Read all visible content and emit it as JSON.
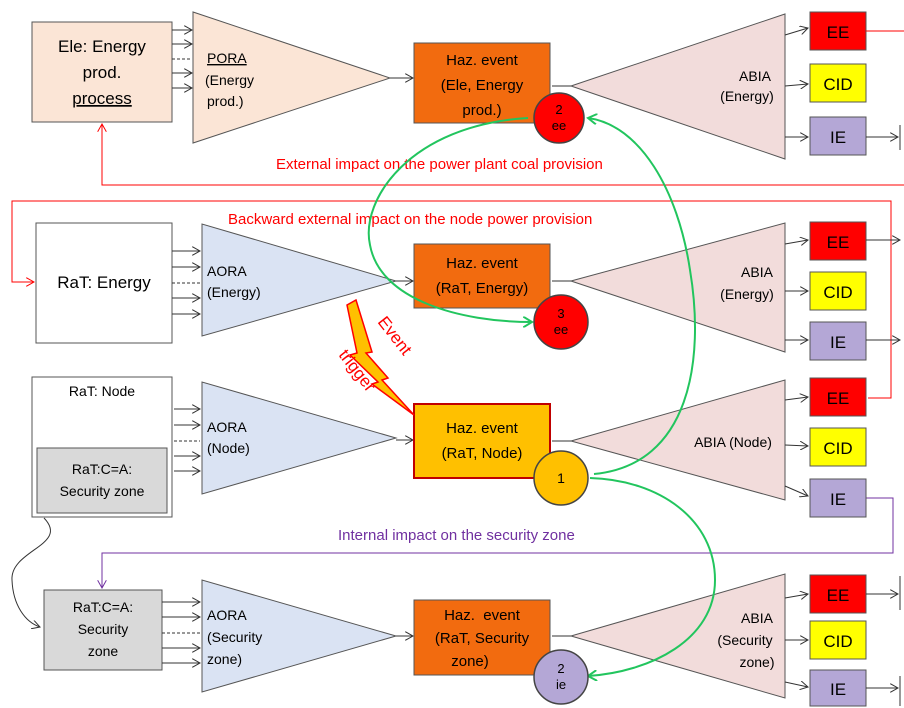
{
  "colors": {
    "red": "#ff0000",
    "yellow": "#ffff00",
    "lilac": "#b4a7d6",
    "orange": "#f26b0f",
    "gold": "#ffc000",
    "peach": "#fbe5d6",
    "blue_tri": "#dae3f3",
    "pink_tri": "#f2dcdb",
    "green": "#22c55e",
    "purple": "#7030a0",
    "grey": "#d9d9d9"
  },
  "left_blocks": {
    "ele_energy": {
      "line1": "Ele: Energy",
      "line2": "prod.",
      "line3": "process"
    },
    "rat_energy": {
      "label": "RaT: Energy"
    },
    "rat_node": {
      "label": "RaT: Node",
      "inner_line1": "RaT:C=A:",
      "inner_line2": "Security zone"
    },
    "rat_security": {
      "line1": "RaT:C=A:",
      "line2": "Security",
      "line3": "zone"
    }
  },
  "aora": {
    "pora_energy": {
      "line1": "PORA",
      "line2": "(Energy",
      "line3": "prod.)"
    },
    "aora_energy": {
      "line1": "AORA",
      "line2": "(Energy)"
    },
    "aora_node": {
      "line1": "AORA",
      "line2": "(Node)"
    },
    "aora_security": {
      "line1": "AORA",
      "line2": "(Security",
      "line3": "zone)"
    }
  },
  "events": {
    "ele": {
      "line1": "Haz. event",
      "line2": "(Ele, Energy",
      "line3": "prod.)"
    },
    "rat_energy": {
      "line1": "Haz. event",
      "line2": "(RaT, Energy)"
    },
    "rat_node": {
      "line1": "Haz. event",
      "line2": "(RaT, Node)"
    },
    "rat_security": {
      "line1": "Haz.  event",
      "line2": "(RaT, Security",
      "line3": "zone)"
    }
  },
  "circles": {
    "c2ee": {
      "num": "2",
      "sub": "ee"
    },
    "c3ee": {
      "num": "3",
      "sub": "ee"
    },
    "c1": {
      "num": "1"
    },
    "c2ie": {
      "num": "2",
      "sub": "ie"
    }
  },
  "abia": {
    "energy1": {
      "line1": "ABIA",
      "line2": "(Energy)"
    },
    "energy2": {
      "line1": "ABIA",
      "line2": "(Energy)"
    },
    "node": {
      "line1": "ABIA (Node)"
    },
    "security": {
      "line1": "ABIA",
      "line2": "(Security",
      "line3": "zone)"
    }
  },
  "outcomes": {
    "ee": "EE",
    "cid": "CID",
    "ie": "IE"
  },
  "annotations": {
    "external_coal": "External impact on the power plant coal provision",
    "backward_power": "Backward external impact on the node power provision",
    "internal_security": "Internal impact on the security zone",
    "event_trigger_1": "Event",
    "event_trigger_2": "trigger"
  }
}
